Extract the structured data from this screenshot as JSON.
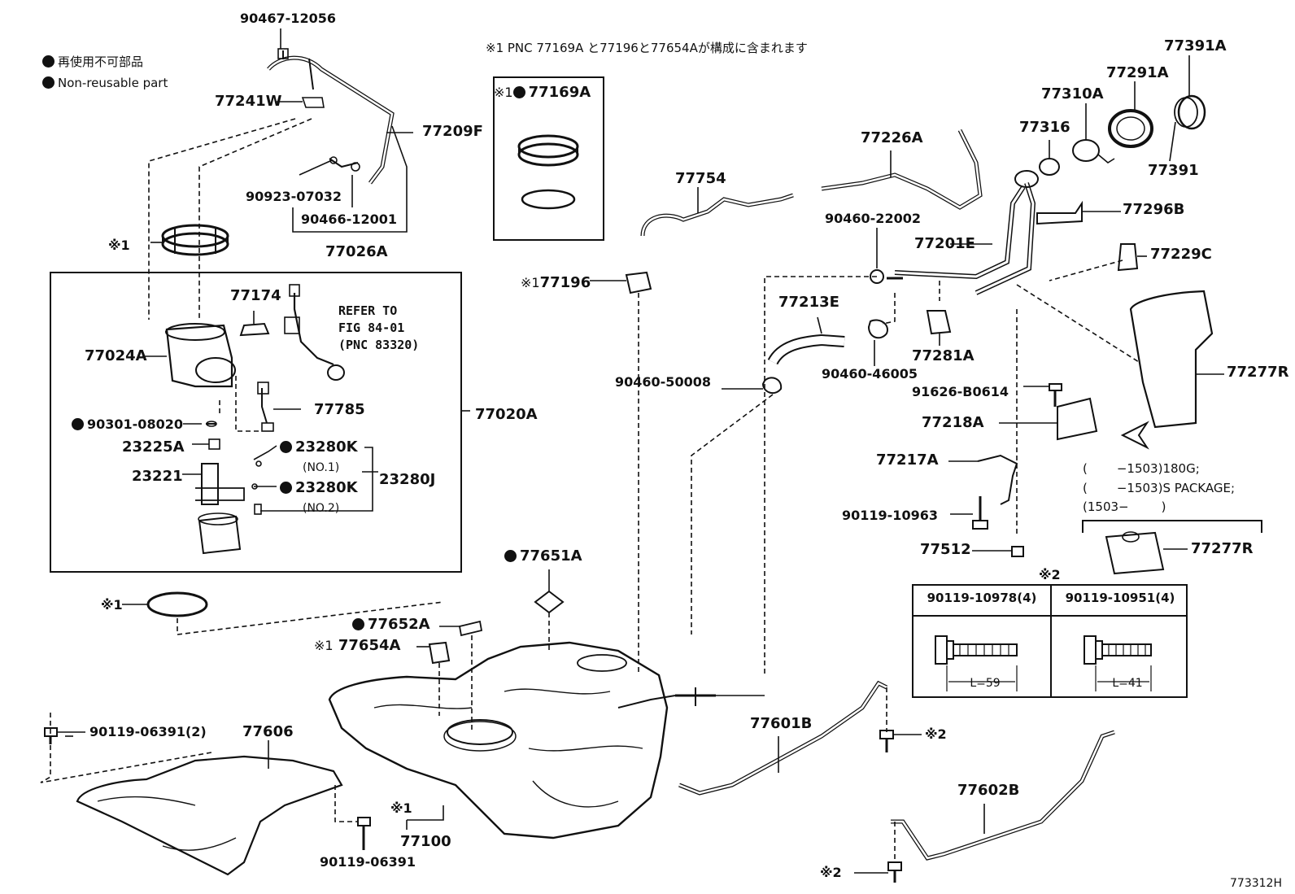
{
  "legend": {
    "ja": "再使用不可部品",
    "en": "Non-reusable part"
  },
  "note_top": "※1 PNC 77169A と77196と77654Aが構成に含まれます",
  "fig_ref": {
    "line1": "REFER TO",
    "line2": "FIG 84-01",
    "line3": "(PNC 83320)"
  },
  "parts": {
    "p90467_12056": "90467-12056",
    "p77241W": "77241W",
    "p77209F": "77209F",
    "p90923_07032": "90923-07032",
    "p90466_12001": "90466-12001",
    "p77026A": "77026A",
    "p77174": "77174",
    "p77024A": "77024A",
    "p90301_08020": "90301-08020",
    "p77785": "77785",
    "p77020A": "77020A",
    "p23225A": "23225A",
    "p23280K_1": "23280K",
    "p23280K_2": "23280K",
    "no1": "(NO.1)",
    "no2": "(NO.2)",
    "p23280J": "23280J",
    "p23221": "23221",
    "p77169A": "77169A",
    "p77196": "77196",
    "p77754": "77754",
    "p77226A": "77226A",
    "p77310A": "77310A",
    "p77316": "77316",
    "p77291A": "77291A",
    "p77391A": "77391A",
    "p77391": "77391",
    "p77296B": "77296B",
    "p90460_22002": "90460-22002",
    "p77201E": "77201E",
    "p77229C": "77229C",
    "p77213E": "77213E",
    "p90460_50008": "90460-50008",
    "p90460_46005": "90460-46005",
    "p77281A": "77281A",
    "p91626_B0614": "91626-B0614",
    "p77277R_a": "77277R",
    "p77218A": "77218A",
    "p77217A": "77217A",
    "p90119_10963": "90119-10963",
    "p77512": "77512",
    "p77277R_b": "77277R",
    "p77651A": "77651A",
    "p77652A": "77652A",
    "p77654A": "77654A",
    "p90119_06391_2": "90119-06391(2)",
    "p77606": "77606",
    "p90119_06391": "90119-06391",
    "p77100": "77100",
    "p77601B": "77601B",
    "p77602B": "77602B"
  },
  "marks": {
    "x1": "※1",
    "x2": "※2"
  },
  "variants": {
    "line1_a": "(",
    "line1_b": "−1503)180G;",
    "line2_a": "(",
    "line2_b": "−1503)S PACKAGE;",
    "line3_a": "(1503−",
    "line3_b": ")"
  },
  "bolt_table": {
    "col1": "90119-10978(4)",
    "col2": "90119-10951(4)",
    "len1": "L=59",
    "len2": "L=41"
  },
  "figure_id": "773312H"
}
